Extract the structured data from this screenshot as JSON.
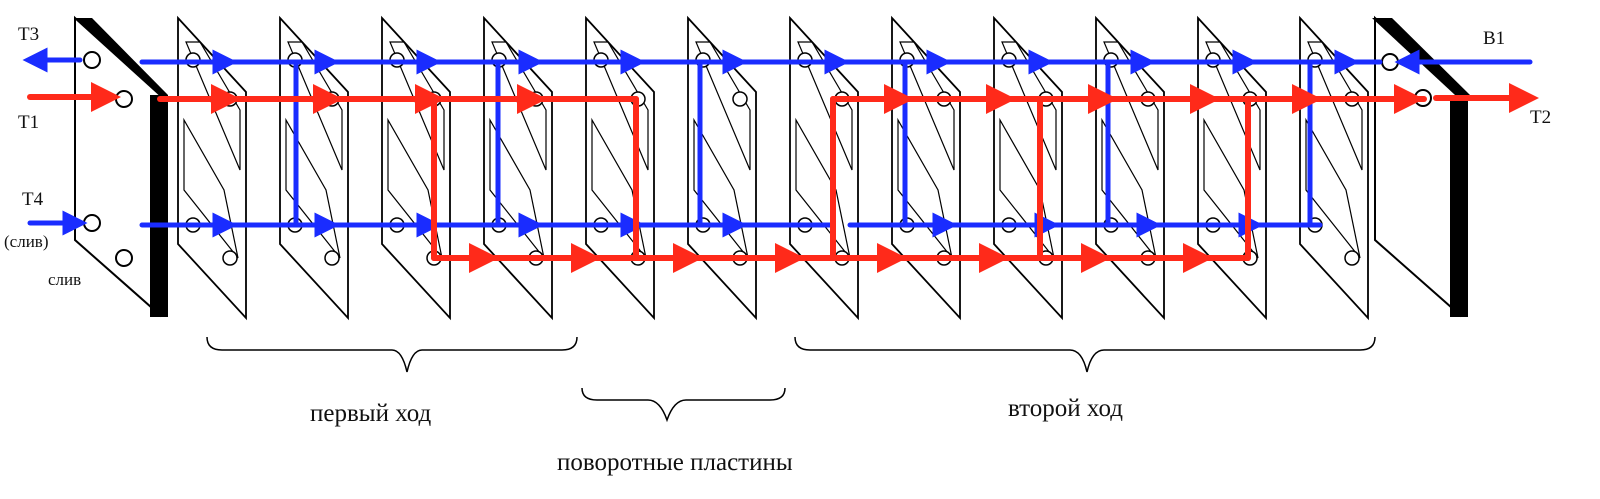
{
  "ports": {
    "t3": "T3",
    "t1": "T1",
    "t4": "T4",
    "t4_note": "(слив)",
    "drain": "слив",
    "b1": "B1",
    "t2": "T2"
  },
  "groups": {
    "first_pass": "первый ход",
    "turn_plates": "поворотные пластины",
    "second_pass": "второй ход"
  },
  "colors": {
    "hot": "#ff2a1a",
    "cold": "#1a2cff",
    "frame": "#000000"
  },
  "plate_count": 12
}
